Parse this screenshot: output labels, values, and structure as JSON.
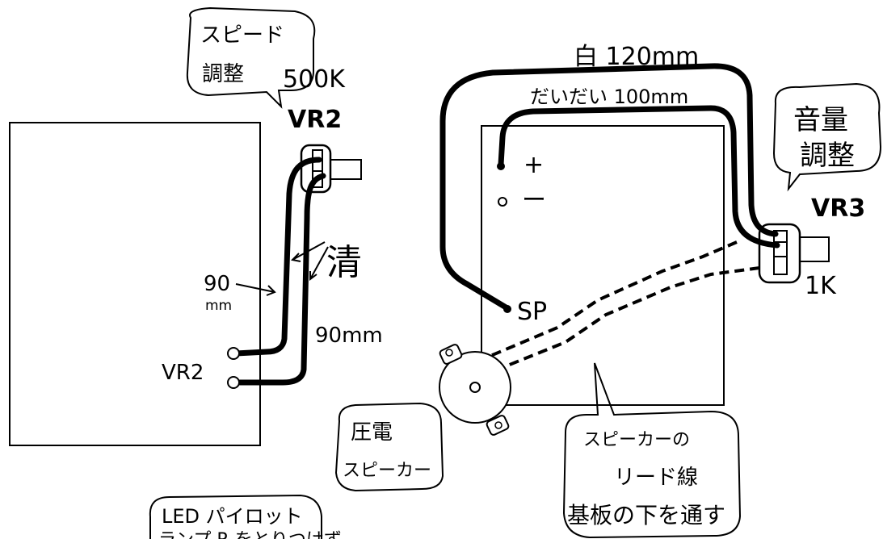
{
  "left_pot": {
    "bubble_line1": "スピード",
    "bubble_line2": "調整",
    "value": "500K",
    "name": "VR2"
  },
  "left_wires": {
    "length_a": "90",
    "length_a_unit": "mm",
    "length_b": "90mm",
    "color": "清",
    "end_label": "VR2"
  },
  "right_wires": {
    "white": "白 120mm",
    "orange": "だいだい 100mm"
  },
  "right_board": {
    "plus": "+",
    "minus": "ー",
    "speaker": "SP"
  },
  "right_pot": {
    "bubble_line1": "音量",
    "bubble_line2": "調整",
    "name": "VR3",
    "value": "1K"
  },
  "piezo_label": {
    "line1": "圧電",
    "line2": "スピーカー"
  },
  "lead_note": {
    "line1": "スピーカーの",
    "line2": "リード線",
    "line3": "基板の下を通す"
  },
  "led_note": {
    "line1": "LED パイロット",
    "line2": "ランプ R をとりつけず"
  }
}
